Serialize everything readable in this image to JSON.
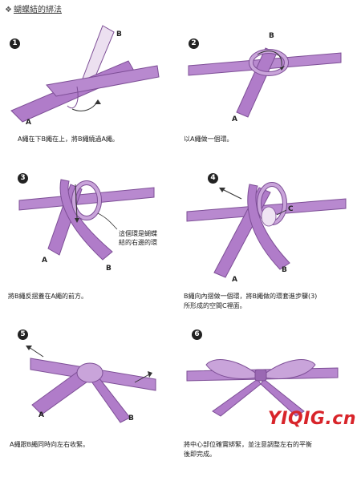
{
  "title": "蝴蝶結的綁法",
  "labels": {
    "a": "A",
    "b": "B",
    "c": "C"
  },
  "steps": [
    {
      "number": "1",
      "caption": "A繩在下B繩在上，將B繩繞過A繩。"
    },
    {
      "number": "2",
      "caption": "以A繩做一個環。"
    },
    {
      "number": "3",
      "caption": "將B繩反摺蓋在A繩的前方。",
      "note": "這個環是蝴蝶結的右邊的環"
    },
    {
      "number": "4",
      "caption_line1": "B繩向內摺做一個環，將B繩做的環套進步驟(3)",
      "caption_line2": "所形成的空間C裡面。"
    },
    {
      "number": "5",
      "caption": "A繩跟B繩同時向左右收緊。"
    },
    {
      "number": "6",
      "caption_line1": "將中心部位確實綁緊，並注意調整左右的平衡",
      "caption_line2": "後即完成。"
    }
  ],
  "watermark": "YIQIG.cn",
  "colors": {
    "ribbon": "#b07cc9",
    "ribbon_dark": "#7d4e96",
    "ribbon_light": "#e6d6ec",
    "accent": "#d8242a"
  }
}
